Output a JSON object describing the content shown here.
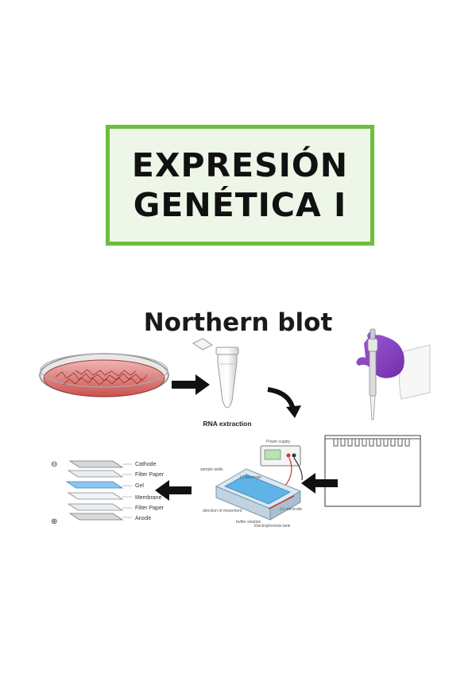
{
  "title": {
    "line1": "EXPRESIÓN",
    "line2": "GENÉTICA I"
  },
  "diagram": {
    "heading": "Northern blot",
    "rna_label": "RNA extraction",
    "power_label": "Power supply",
    "tank_label": "Electrophoresis tank",
    "sample_wells_label": "sample wells",
    "neg_electrode_label": "(-) electrode",
    "pos_electrode_label": "(+) electrode",
    "direction_label": "direction of movement",
    "buffer_label": "buffer solution",
    "stack_layers": [
      "Cathode",
      "Filter Paper",
      "Gel",
      "Membrane",
      "Filter Paper",
      "Anode"
    ],
    "minus_sign": "⊖",
    "plus_sign": "⊕"
  }
}
